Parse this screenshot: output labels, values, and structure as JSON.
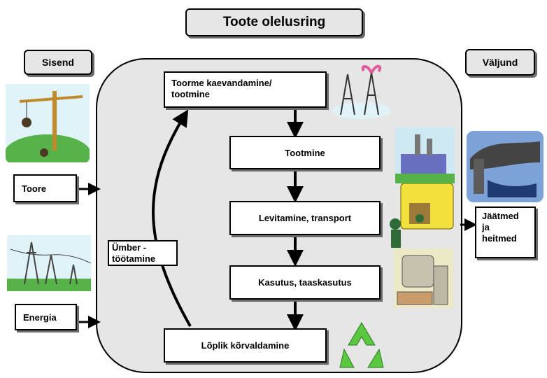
{
  "title": "Toote olelusring",
  "input_label": "Sisend",
  "output_label": "Väljund",
  "inputs": [
    "Toore",
    "Energia"
  ],
  "output": "Jäätmed\nja\nheitmed",
  "recycling_label": "Ümber -\ntöötamine",
  "stages": [
    "Toorme kaevandamine/\ntootmine",
    "Tootmine",
    "Levitamine, transport",
    "Kasutus, taaskasutus",
    "Lõplik kõrvaldamine"
  ],
  "icons": [
    "mining-crane-icon",
    "power-lines-icon",
    "oil-derrick-icon",
    "factory-icon",
    "delivery-truck-icon",
    "coffee-machine-icon",
    "recycle-icon",
    "pollution-icon"
  ]
}
